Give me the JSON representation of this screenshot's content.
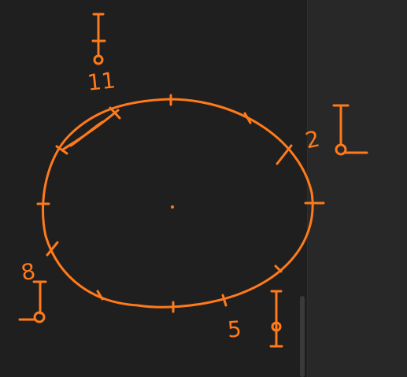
{
  "canvas": {
    "ink_color": "#ff7a1a",
    "background": "#1f1f1f"
  },
  "labels": {
    "l11": "11",
    "l2": "2",
    "l8": "8",
    "l5": "5"
  },
  "icons": {
    "center": "center-dot-icon"
  }
}
